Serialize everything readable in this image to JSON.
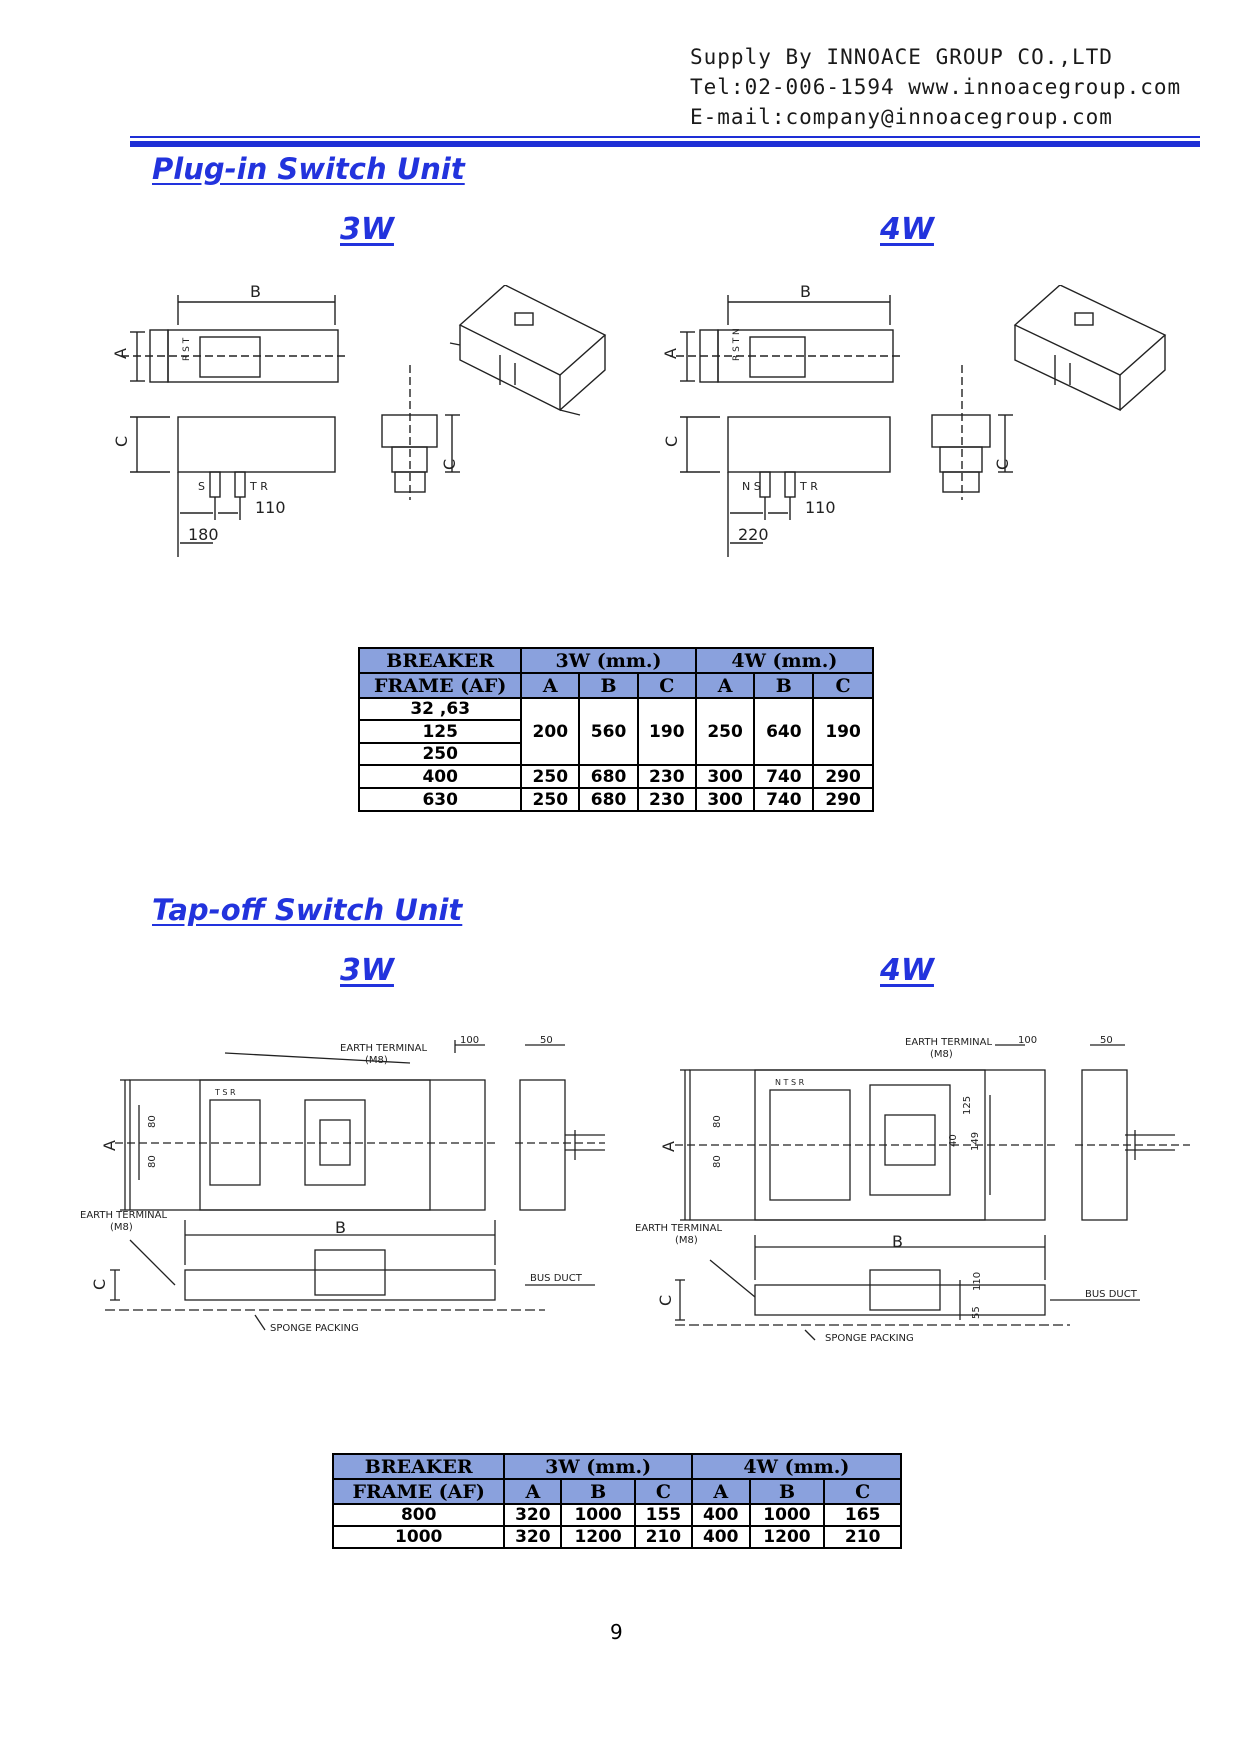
{
  "header": {
    "line1": "Supply By INNOACE GROUP CO.,LTD",
    "line2": "Tel:02-006-1594 www.innoacegroup.com",
    "line3": "E-mail:company@innoacegroup.com"
  },
  "plugin": {
    "title": "Plug-in  Switch  Unit",
    "label_3w": "3W",
    "label_4w": "4W",
    "drawing_3w": {
      "dim_a": "A",
      "dim_b": "B",
      "dim_c": "C",
      "dim_110": "110",
      "dim_180": "180",
      "phase_left": "S",
      "phase_right": "T  R",
      "bus_phases": "R S T"
    },
    "drawing_4w": {
      "dim_a": "A",
      "dim_b": "B",
      "dim_c": "C",
      "dim_110": "110",
      "dim_220": "220",
      "phase_left": "N  S",
      "phase_right": "T  R",
      "bus_phases": "R S T N"
    },
    "table": {
      "h_breaker": "BREAKER",
      "h_frame": "FRAME  (AF)",
      "h_3w": "3W (mm.)",
      "h_4w": "4W  (mm.)",
      "cols": [
        "A",
        "B",
        "C",
        "A",
        "B",
        "C"
      ],
      "frames_group": [
        "32 ,63",
        "125",
        "250"
      ],
      "group_values": [
        "200",
        "560",
        "190",
        "250",
        "640",
        "190"
      ],
      "rows": [
        {
          "af": "400",
          "values": [
            "250",
            "680",
            "230",
            "300",
            "740",
            "290"
          ]
        },
        {
          "af": "630",
          "values": [
            "250",
            "680",
            "230",
            "300",
            "740",
            "290"
          ]
        }
      ]
    }
  },
  "tapoff": {
    "title": "Tap-off  Switch  Unit",
    "label_3w": "3W",
    "label_4w": "4W",
    "drawing_3w": {
      "earth_terminal": "EARTH  TERMINAL",
      "m8": "(M8)",
      "dim_100": "100",
      "dim_50": "50",
      "dim_80a": "80",
      "dim_80b": "80",
      "dim_a": "A",
      "dim_b": "B",
      "dim_c": "C",
      "earth_terminal2": "EARTH  TERMINAL",
      "m8_2": "(M8)",
      "bus_duct": "BUS DUCT",
      "sponge": "SPONGE  PACKING",
      "phases": "T S R"
    },
    "drawing_4w": {
      "earth_terminal": "EARTH  TERMINAL",
      "m8": "(M8)",
      "dim_100": "100",
      "dim_50": "50",
      "dim_80a": "80",
      "dim_80b": "80",
      "dim_125": "125",
      "dim_40": "40",
      "dim_149": "149",
      "dim_a": "A",
      "dim_b": "B",
      "dim_c": "C",
      "earth_terminal2": "EARTH  TERMINAL",
      "m8_2": "(M8)",
      "bus_duct": "BUS DUCT",
      "sponge": "SPONGE  PACKING",
      "dim_55": "55",
      "dim_110": "110",
      "phases": "N T S R"
    },
    "table": {
      "h_breaker": "BREAKER",
      "h_frame": "FRAME  (AF)",
      "h_3w": "3W (mm.)",
      "h_4w": "4W  (mm.)",
      "cols": [
        "A",
        "B",
        "C",
        "A",
        "B",
        "C"
      ],
      "rows": [
        {
          "af": "800",
          "values": [
            "320",
            "1000",
            "155",
            "400",
            "1000",
            "165"
          ]
        },
        {
          "af": "1000",
          "values": [
            "320",
            "1200",
            "210",
            "400",
            "1200",
            "210"
          ]
        }
      ]
    }
  },
  "page_number": "9"
}
